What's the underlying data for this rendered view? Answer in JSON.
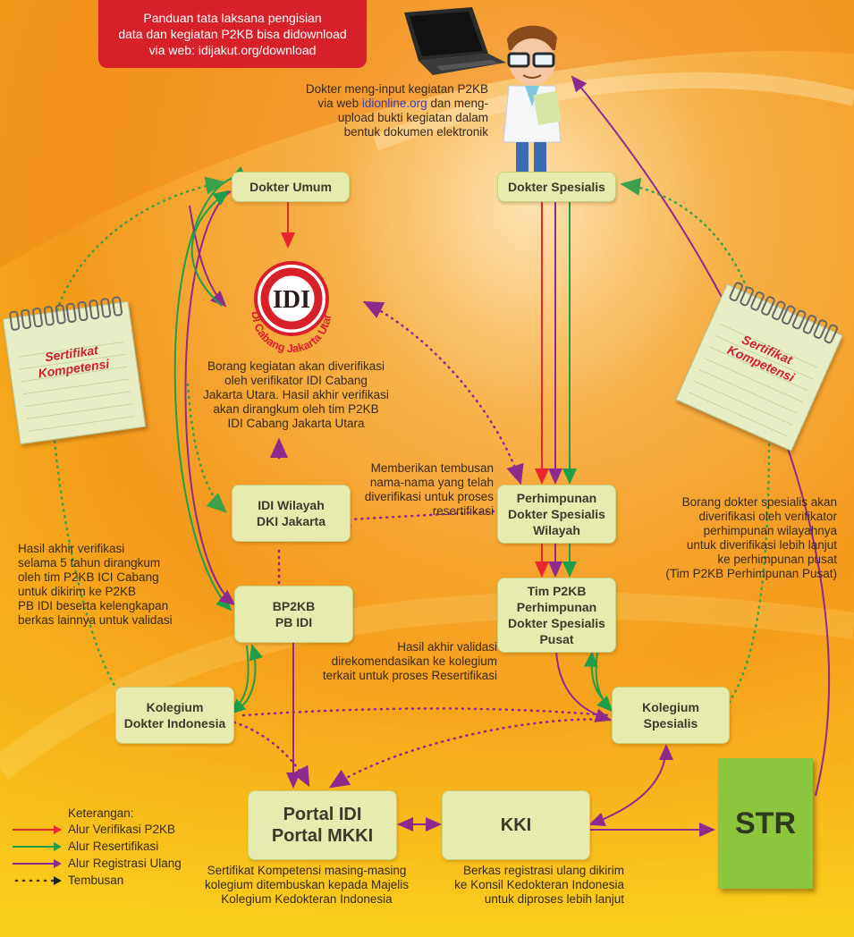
{
  "banner": {
    "line1": "Panduan tata laksana pengisian",
    "line2": "data dan kegiatan P2KB bisa didownload",
    "line3": "via web: idijakut.org/download"
  },
  "doctor_note": {
    "line1": "Dokter meng-input kegiatan P2KB",
    "line2_pre": "via web ",
    "line2_link": "idionline.org",
    "line2_post": " dan meng-",
    "line3": "upload bukti kegiatan dalam",
    "line4": "bentuk dokumen elektronik"
  },
  "nodes": {
    "dokter_umum": "Dokter Umum",
    "dokter_spesialis": "Dokter Spesialis",
    "idi_wilayah_l1": "IDI Wilayah",
    "idi_wilayah_l2": "DKI Jakarta",
    "perhimpunan_l1": "Perhimpunan",
    "perhimpunan_l2": "Dokter Spesialis",
    "perhimpunan_l3": "Wilayah",
    "bp2kb_l1": "BP2KB",
    "bp2kb_l2": "PB IDI",
    "tim_l1": "Tim P2KB",
    "tim_l2": "Perhimpunan",
    "tim_l3": "Dokter Spesialis",
    "tim_l4": "Pusat",
    "kolegium_di_l1": "Kolegium",
    "kolegium_di_l2": "Dokter Indonesia",
    "kolegium_sp_l1": "Kolegium",
    "kolegium_sp_l2": "Spesialis",
    "portal_l1": "Portal IDI",
    "portal_l2": "Portal MKKI",
    "kki": "KKI",
    "str": "STR"
  },
  "logo": {
    "mark": "IDI",
    "ring_text": "IDI Cabang Jakarta Utara"
  },
  "certificates": {
    "left_l1": "Sertifikat",
    "left_l2": "Kompetensi",
    "right_l1": "Sertifikat",
    "right_l2": "Kompetensi"
  },
  "texts": {
    "borang_idi": [
      "Borang kegiatan akan diverifikasi",
      "oleh verifikator IDI Cabang",
      "Jakarta Utara. Hasil akhir verifikasi",
      "akan dirangkum oleh tim P2KB",
      "IDI Cabang Jakarta Utara"
    ],
    "tembusan": [
      "Memberikan tembusan",
      "nama-nama yang telah",
      "diverifikasi untuk proses",
      "resertifikasi"
    ],
    "borang_sp": [
      "Borang dokter spesialis akan",
      "diverifikasi oleh verifikator",
      "perhimpunan wilayahnya",
      "untuk diverifikasi lebih lanjut",
      "ke perhimpunan pusat",
      "(Tim P2KB Perhimpunan Pusat)"
    ],
    "hasil_5th": [
      "Hasil akhir verifikasi",
      "selama 5 tahun dirangkum",
      "oleh tim P2KB ICI Cabang",
      "untuk dikirim ke P2KB",
      "PB IDI beserta kelengkapan",
      "berkas lainnya untuk validasi"
    ],
    "hasil_validasi": [
      "Hasil akhir validasi",
      "direkomendasikan ke kolegium",
      "terkait untuk proses Resertifikasi"
    ],
    "sertifikat_tembus": [
      "Sertifikat Kompetensi masing-masing",
      "kolegium ditembuskan kepada Majelis",
      "Kolegium Kedokteran Indonesia"
    ],
    "berkas_reg": [
      "Berkas registrasi ulang dikirim",
      "ke Konsil Kedokteran Indonesia",
      "untuk diproses lebih lanjut"
    ]
  },
  "legend": {
    "title": "Keterangan:",
    "items": [
      "Alur Verifikasi P2KB",
      "Alur Resertifikasi",
      "Alur Registrasi Ulang",
      "Tembusan"
    ]
  },
  "colors": {
    "red": "#e8262b",
    "green": "#1f9e4a",
    "purple": "#8e2a8e",
    "dotted": "#8e2a8e",
    "dotted_green": "#3aa14a"
  }
}
